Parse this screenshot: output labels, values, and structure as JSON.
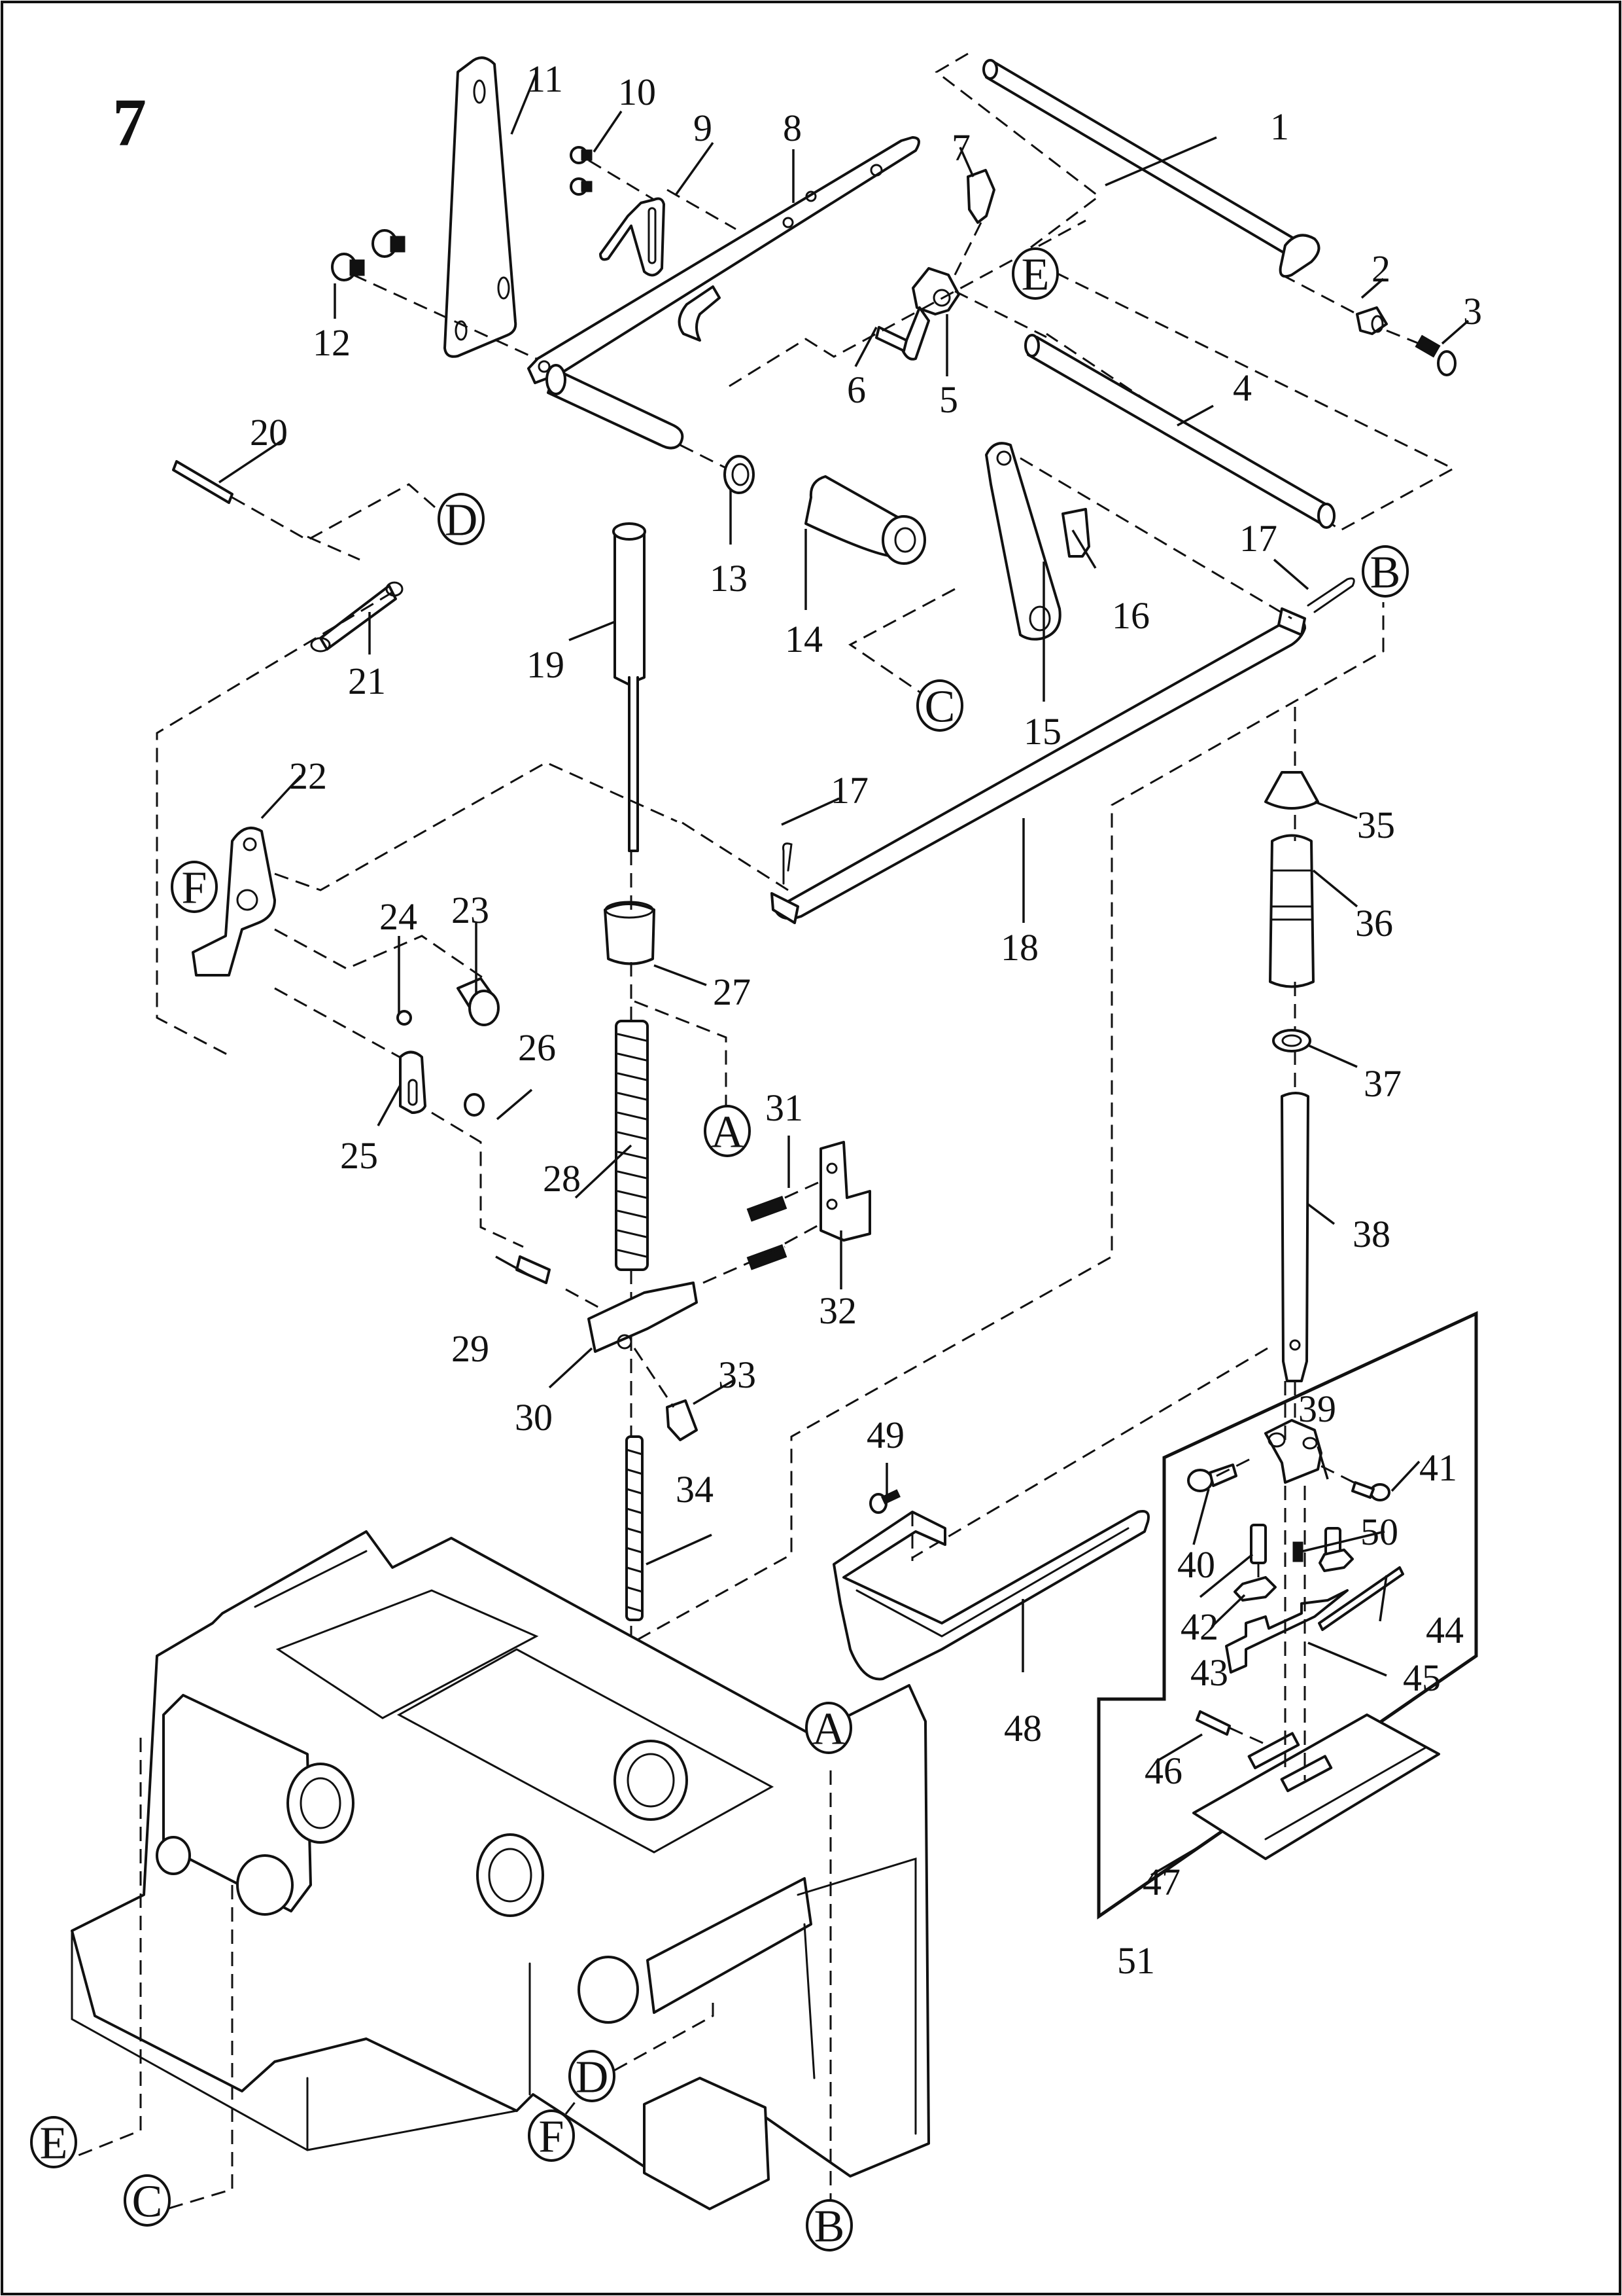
{
  "page": {
    "figure_number": "7"
  },
  "parts": {
    "p1": "1",
    "p2": "2",
    "p3": "3",
    "p4": "4",
    "p5": "5",
    "p6": "6",
    "p7": "7",
    "p8": "8",
    "p9": "9",
    "p10": "10",
    "p11": "11",
    "p12": "12",
    "p13": "13",
    "p14": "14",
    "p15": "15",
    "p16": "16",
    "p17a": "17",
    "p17b": "17",
    "p18": "18",
    "p19": "19",
    "p20": "20",
    "p21": "21",
    "p22": "22",
    "p23": "23",
    "p24": "24",
    "p25": "25",
    "p26": "26",
    "p27": "27",
    "p28": "28",
    "p29": "29",
    "p30": "30",
    "p31": "31",
    "p32": "32",
    "p33": "33",
    "p34": "34",
    "p35": "35",
    "p36": "36",
    "p37": "37",
    "p38": "38",
    "p39": "39",
    "p40": "40",
    "p41": "41",
    "p42": "42",
    "p43": "43",
    "p44": "44",
    "p45": "45",
    "p46": "46",
    "p47": "47",
    "p48": "48",
    "p49": "49",
    "p50": "50",
    "p51": "51"
  },
  "refs": {
    "A_top": "A",
    "A_bottom": "A",
    "B_top": "B",
    "B_bottom": "B",
    "C_top": "C",
    "C_bottom": "C",
    "D_top": "D",
    "D_bottom": "D",
    "E_top": "E",
    "E_bottom": "E",
    "F_top": "F",
    "F_bottom": "F"
  }
}
